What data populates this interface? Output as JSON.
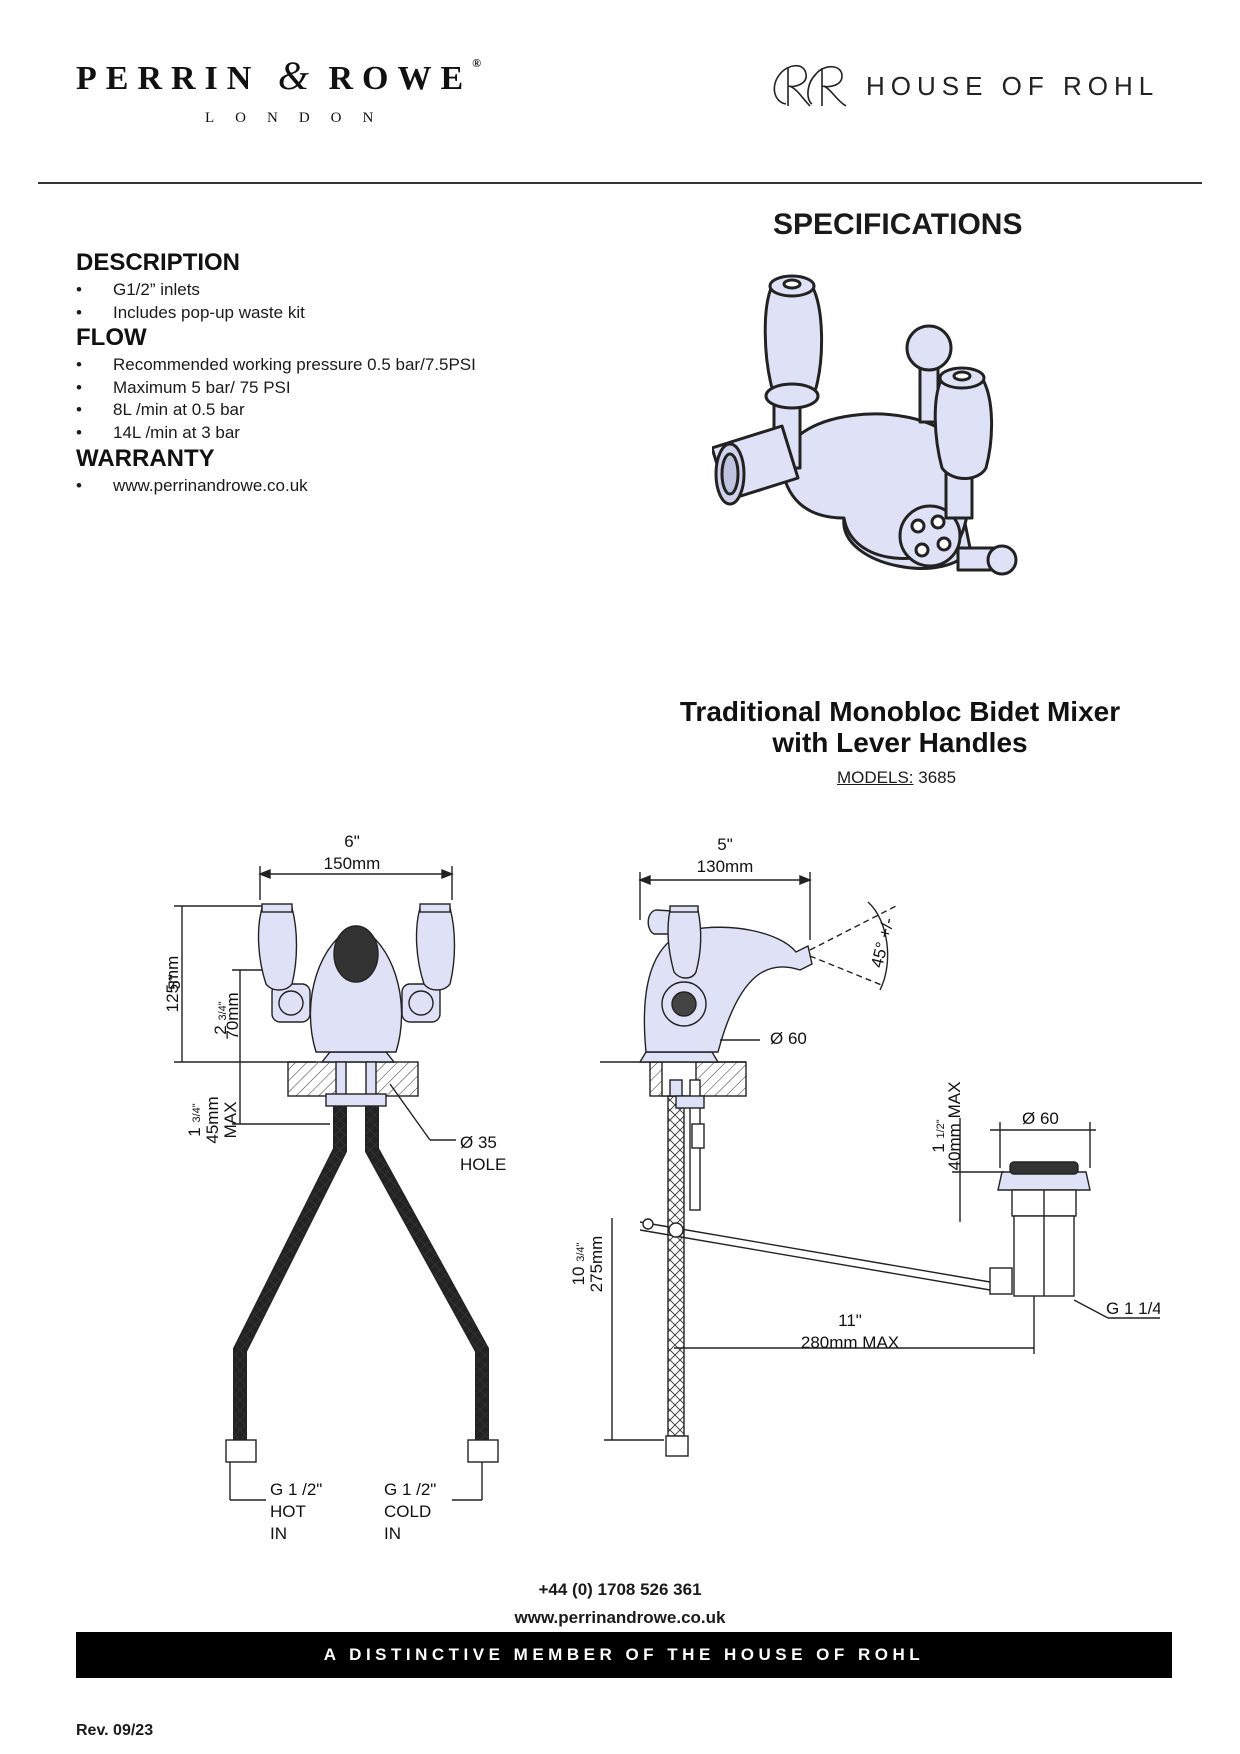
{
  "header": {
    "brand_main": "PERRIN",
    "brand_amp": "&",
    "brand_second": "ROWE",
    "brand_registered": "®",
    "brand_city": "LONDON",
    "partner_name": "HOUSE OF ROHL"
  },
  "specs": {
    "title": "SPECIFICATIONS",
    "sections": [
      {
        "heading": "DESCRIPTION",
        "items": [
          "G1/2” inlets",
          "Includes pop-up waste kit"
        ]
      },
      {
        "heading": "FLOW",
        "items": [
          "Recommended working pressure 0.5 bar/7.5PSI",
          "Maximum 5 bar/ 75 PSI",
          "8L /min at 0.5 bar",
          "14L /min at 3 bar"
        ]
      },
      {
        "heading": "WARRANTY",
        "items": [
          "www.perrinandrowe.co.uk"
        ]
      }
    ]
  },
  "product": {
    "title_line1": "Traditional Monobloc Bidet Mixer",
    "title_line2": "with Lever Handles",
    "models_label": "MODELS:",
    "models_value": "3685"
  },
  "dimensions": {
    "front_width_in": "6\"",
    "front_width_mm": "150mm",
    "front_height_in": "5\"",
    "front_height_mm": "125mm",
    "front_spout_in_whole": "2",
    "front_spout_in_frac": "3/4\"",
    "front_spout_mm": "70mm",
    "front_deck_in_whole": "1",
    "front_deck_in_frac": "3/4\"",
    "front_deck_mm": "45mm",
    "front_deck_max": "MAX",
    "hole_dia": "Ø 35",
    "hole_label": "HOLE",
    "hot_size": "G 1 /2\"",
    "hot_label_1": "HOT",
    "hot_label_2": "IN",
    "cold_size": "G 1 /2\"",
    "cold_label_1": "COLD",
    "cold_label_2": "IN",
    "side_width_in": "5\"",
    "side_width_mm": "130mm",
    "side_angle": "45° +/-",
    "side_base_dia": "Ø 60",
    "waste_height_in_whole": "1",
    "waste_height_in_frac": "1/2\"",
    "waste_height_mm": "40mm MAX",
    "waste_dia": "Ø 60",
    "rod_length_in": "11\"",
    "rod_length_mm": "280mm MAX",
    "hose_length_in_whole": "10",
    "hose_length_in_frac": "3/4\"",
    "hose_length_mm": "275mm",
    "waste_thread": "G 1 1/4\""
  },
  "footer": {
    "phone": "+44 (0) 1708 526 361",
    "website": "www.perrinandrowe.co.uk",
    "tagline": "A DISTINCTIVE MEMBER OF THE HOUSE OF ROHL",
    "revision": "Rev. 09/23"
  },
  "colors": {
    "illustration_fill": "#dfe2f7",
    "line": "#222222",
    "footer_bar": "#000000"
  }
}
